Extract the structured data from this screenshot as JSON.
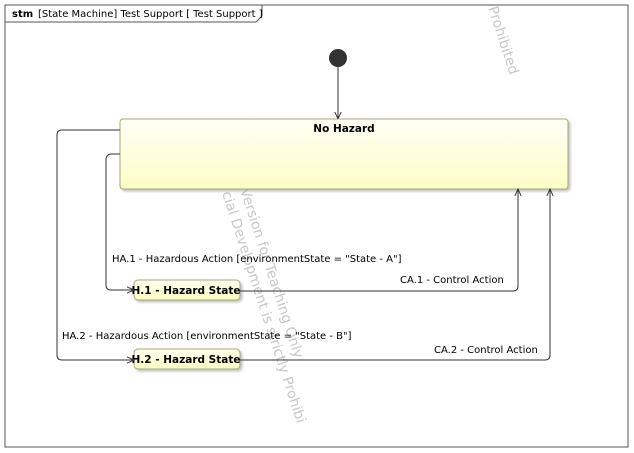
{
  "diagram": {
    "kind_label": "stm",
    "title": "[State Machine] Test Support [ Test Support ]"
  },
  "states": {
    "no_hazard": "No Hazard",
    "h1": "H.1 - Hazard State",
    "h2": "H.2 - Hazard State"
  },
  "transitions": {
    "ha1": "HA.1 - Hazardous Action [environmentState = \"State - A\"]",
    "ha2": "HA.2 - Hazardous Action [environmentState = \"State - B\"]",
    "ca1": "CA.1 - Control Action",
    "ca2": "CA.2 - Control Action"
  },
  "watermark": {
    "text1": "Prohibited",
    "text2": "Version for Teaching Only",
    "text3": "cial Development is strictly Prohibi"
  },
  "colors": {
    "state_fill_top": "#fffff4",
    "state_fill_bottom": "#ffffc4",
    "state_stroke": "#a8a878",
    "line": "#333333",
    "frame": "#555555"
  }
}
